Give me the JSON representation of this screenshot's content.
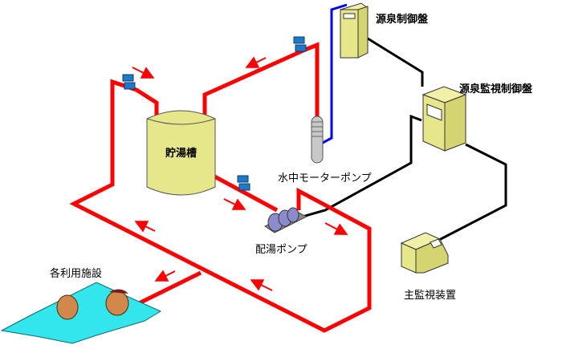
{
  "labels": {
    "source_control_panel": "源泉制御盤",
    "source_monitor_panel": "源泉監視制御盤",
    "storage_tank": "貯湯槽",
    "submersible_pump": "水中モーターポンプ",
    "distribution_pump": "配湯ポンプ",
    "facilities": "各利用施設",
    "main_monitor": "主監視装置"
  },
  "colors": {
    "hot_pipe": "#ff0000",
    "power_line": "#0000ff",
    "signal_line": "#000000",
    "equipment": "#e6e68a",
    "valve": "#1f78c8",
    "pool": "#33e6ee",
    "pump": "#8c8ccc",
    "skin": "#d2874b"
  }
}
